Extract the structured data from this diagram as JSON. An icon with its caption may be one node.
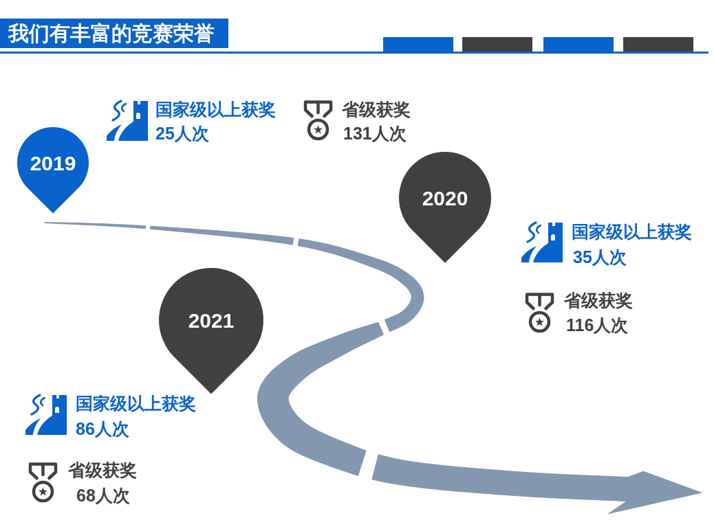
{
  "diagram": {
    "title": "我们有丰富的竞赛荣誉",
    "nodes": [
      {
        "text": [
          "2019"
        ],
        "beside": [
          "国家级以上获奖",
          "25人次",
          "省级获奖",
          "131人次"
        ]
      },
      {
        "text": [
          "2020"
        ],
        "beside": [
          "国家级以上获奖",
          "35人次",
          "省级获奖",
          "116人次"
        ]
      },
      {
        "text": [
          "2021"
        ],
        "beside": [
          "国家级以上获奖",
          "86人次",
          "省级获奖",
          "68人次"
        ]
      }
    ]
  }
}
